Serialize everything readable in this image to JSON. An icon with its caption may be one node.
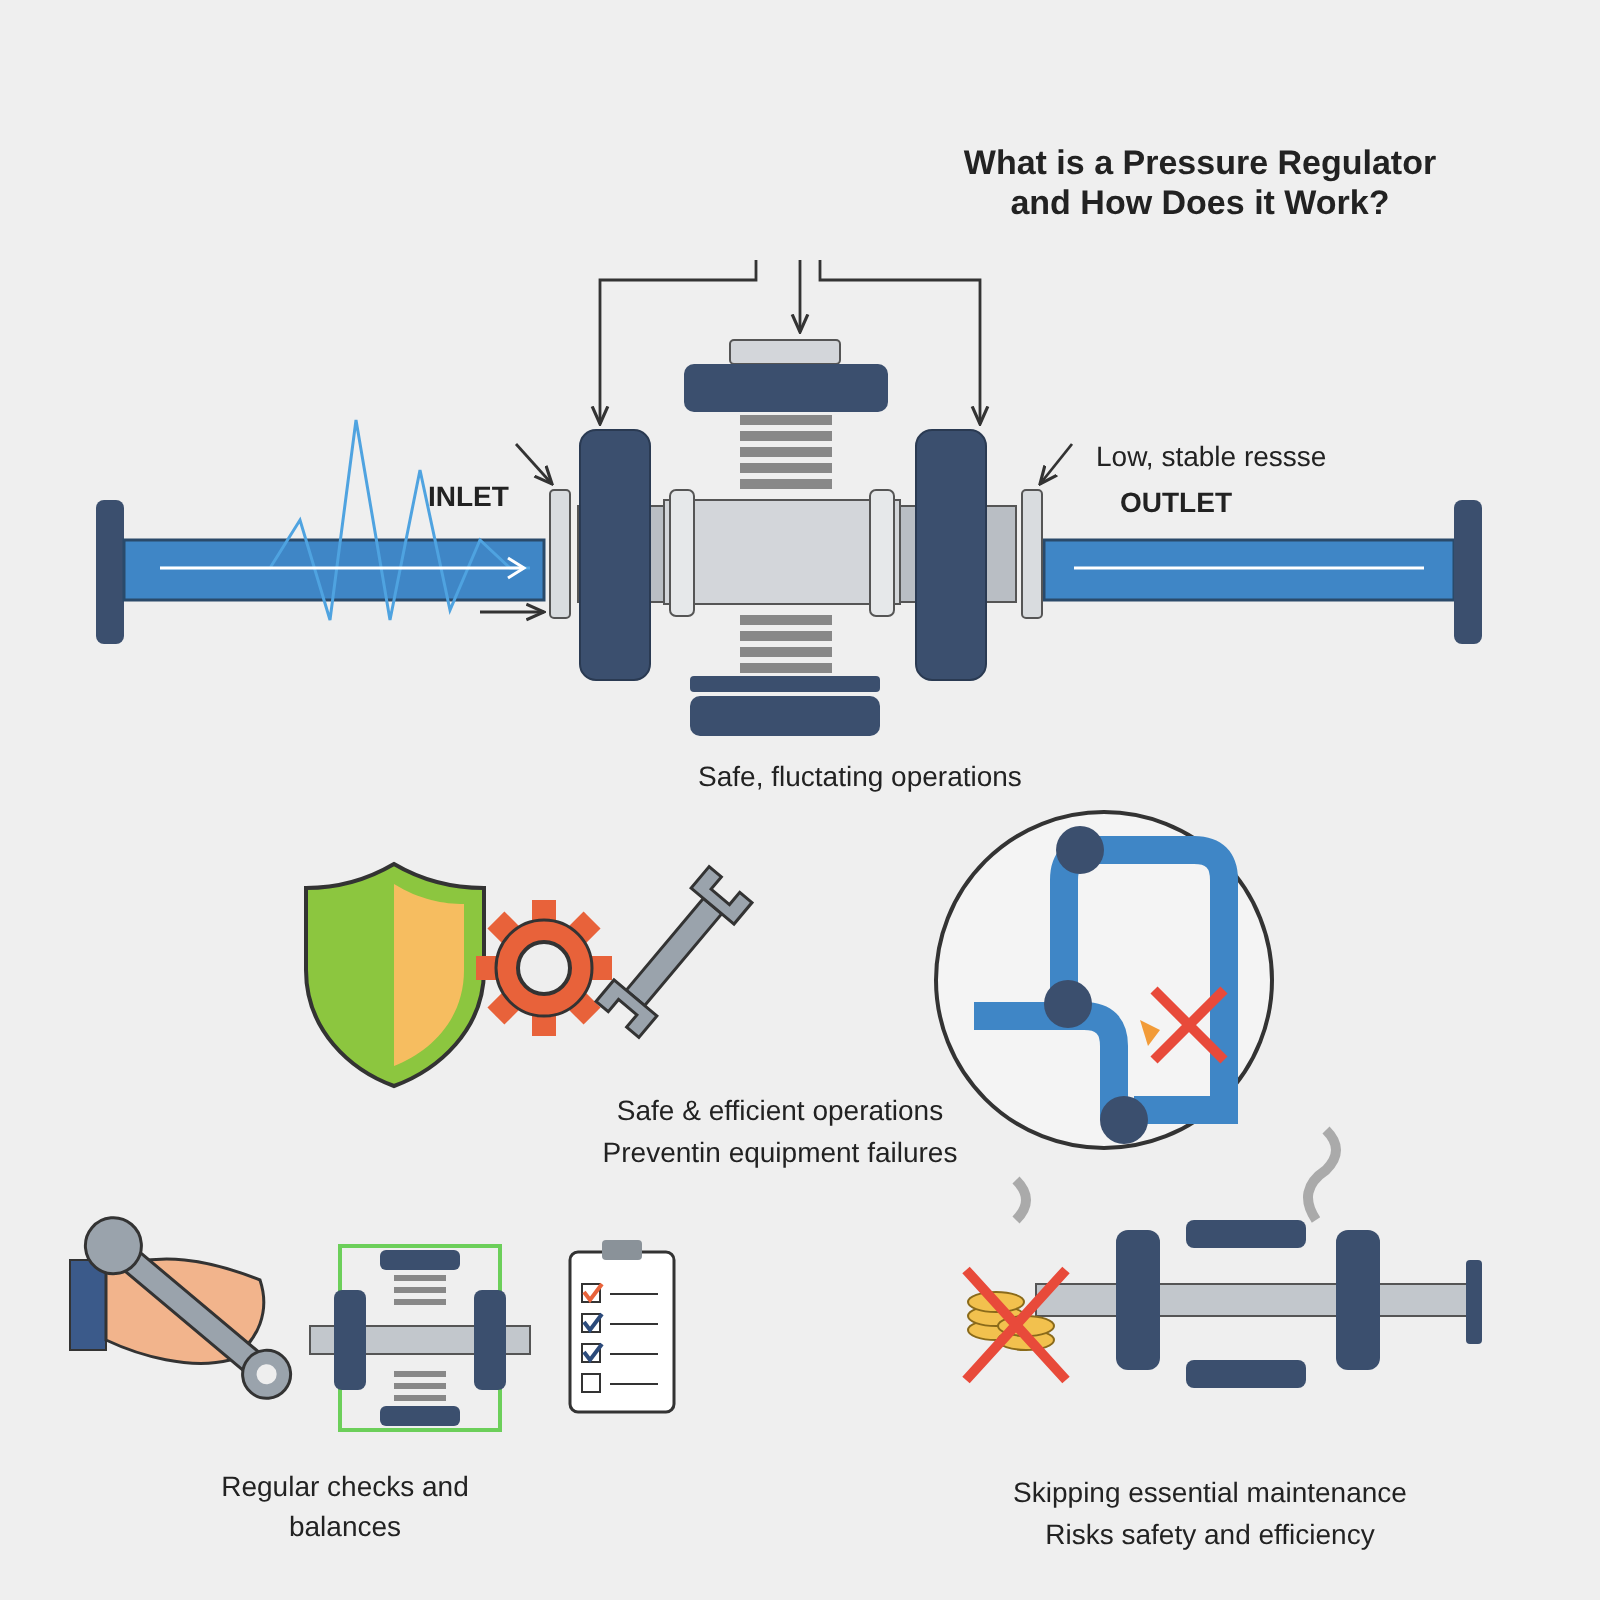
{
  "diagram": {
    "title": "What is a Pressure Regulator and How Does it Work?",
    "nodes": [
      {
        "text": [],
        "shape": "picture"
      },
      {
        "text": [],
        "shape": "box"
      },
      {
        "text": [],
        "shape": "box"
      }
    ],
    "edges": [
      {
        "from": null,
        "to": 0,
        "arrow": "to"
      },
      {
        "from": null,
        "to": 0,
        "arrow": "to"
      },
      {
        "from": null,
        "to": 0,
        "arrow": "to"
      },
      {
        "from": null,
        "to": 1,
        "arrow": "to"
      },
      {
        "from": null,
        "to": 1,
        "arrow": "to"
      },
      {
        "from": null,
        "to": 2,
        "arrow": "to"
      }
    ],
    "labels": [
      "INLET",
      "Low, stable ressse",
      "OUTLET",
      "Safe, fluctating operations",
      "Safe & efficient operations",
      "Preventin equipment failures",
      "Regular checks and balances",
      "Skipping essential maintenance",
      "Risks safety and efficiency"
    ]
  }
}
